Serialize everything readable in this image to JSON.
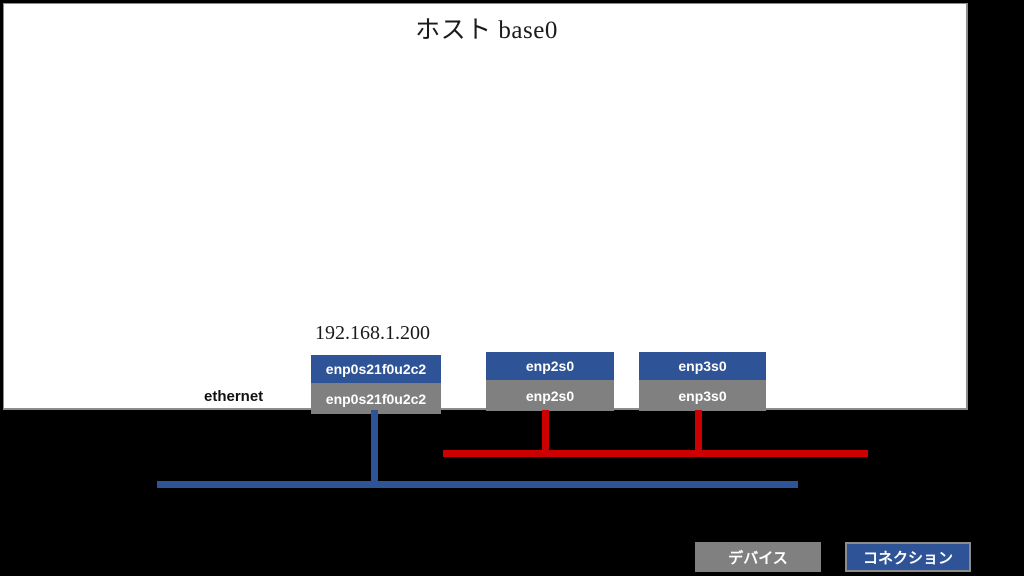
{
  "host_panel": {
    "title": "ホスト base0",
    "row_label": "ethernet",
    "ip_address": "192.168.1.200",
    "interfaces": [
      {
        "connection_name": "enp0s21f0u2c2",
        "device_name": "enp0s21f0u2c2"
      },
      {
        "connection_name": "enp2s0",
        "device_name": "enp2s0"
      },
      {
        "connection_name": "enp3s0",
        "device_name": "enp3s0"
      }
    ]
  },
  "buttons": {
    "devices_label": "デバイス",
    "connections_label": "コネクション"
  },
  "colors": {
    "connection_blue": "#2e5396",
    "device_gray": "#808080",
    "link_red": "#cc0000",
    "panel_background": "#ffffff",
    "canvas_background": "#000000"
  }
}
